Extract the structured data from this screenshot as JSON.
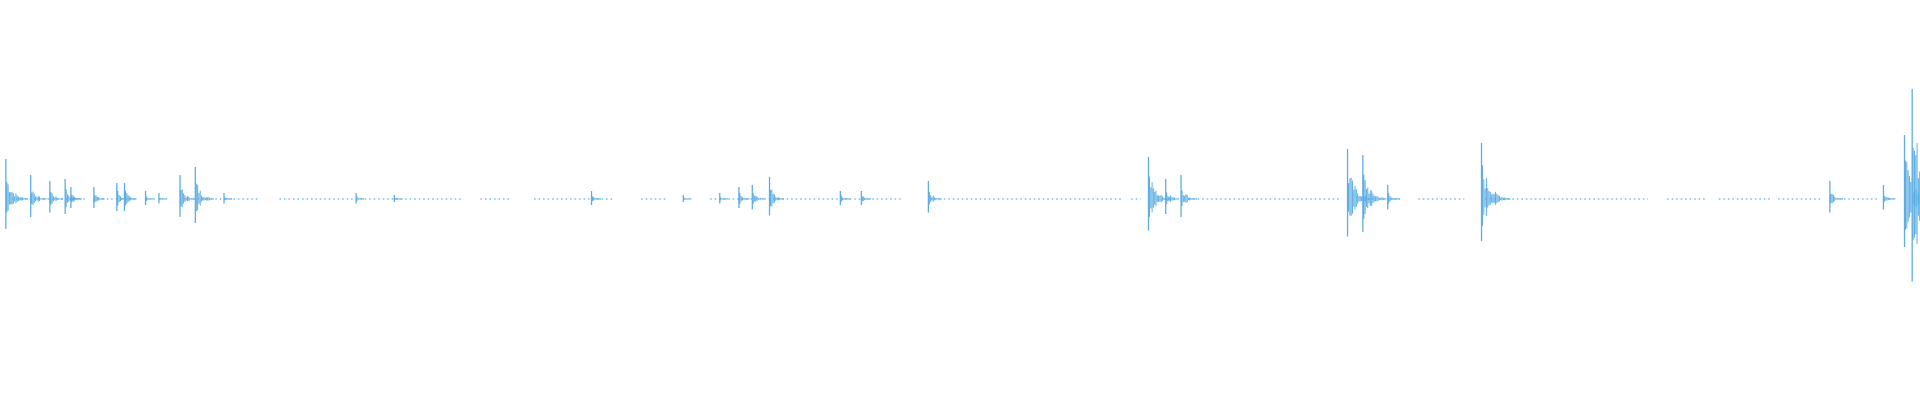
{
  "waveform": {
    "color": "#5dade2",
    "bursts": [
      {
        "t": 0.2,
        "amp": 0.2
      },
      {
        "t": 1.5,
        "amp": 0.12
      },
      {
        "t": 2.5,
        "amp": 0.09
      },
      {
        "t": 3.3,
        "amp": 0.1
      },
      {
        "t": 3.6,
        "amp": 0.06
      },
      {
        "t": 4.8,
        "amp": 0.06
      },
      {
        "t": 6.0,
        "amp": 0.08
      },
      {
        "t": 6.4,
        "amp": 0.08
      },
      {
        "t": 7.5,
        "amp": 0.04
      },
      {
        "t": 8.2,
        "amp": 0.03
      },
      {
        "t": 9.3,
        "amp": 0.12
      },
      {
        "t": 10.1,
        "amp": 0.16
      },
      {
        "t": 11.6,
        "amp": 0.03
      },
      {
        "t": 18.5,
        "amp": 0.03
      },
      {
        "t": 20.5,
        "amp": 0.02
      },
      {
        "t": 30.8,
        "amp": 0.04
      },
      {
        "t": 35.6,
        "amp": 0.02
      },
      {
        "t": 37.5,
        "amp": 0.03
      },
      {
        "t": 38.5,
        "amp": 0.06
      },
      {
        "t": 39.2,
        "amp": 0.07
      },
      {
        "t": 40.1,
        "amp": 0.11
      },
      {
        "t": 43.8,
        "amp": 0.04
      },
      {
        "t": 44.9,
        "amp": 0.04
      },
      {
        "t": 48.4,
        "amp": 0.09
      },
      {
        "t": 59.9,
        "amp": 0.21
      },
      {
        "t": 60.8,
        "amp": 0.1
      },
      {
        "t": 61.6,
        "amp": 0.12
      },
      {
        "t": 70.3,
        "amp": 0.25
      },
      {
        "t": 71.1,
        "amp": 0.22
      },
      {
        "t": 72.4,
        "amp": 0.07
      },
      {
        "t": 77.3,
        "amp": 0.28
      },
      {
        "t": 95.5,
        "amp": 0.09
      },
      {
        "t": 98.3,
        "amp": 0.07
      },
      {
        "t": 99.4,
        "amp": 0.32
      },
      {
        "t": 99.8,
        "amp": 0.55
      }
    ],
    "dotted_segments": [
      [
        0.5,
        4.5
      ],
      [
        5.0,
        7.0
      ],
      [
        9.5,
        13.5
      ],
      [
        14.5,
        16.5
      ],
      [
        16.6,
        24.0
      ],
      [
        25.0,
        26.5
      ],
      [
        27.8,
        32.0
      ],
      [
        33.4,
        34.8
      ],
      [
        37.0,
        47.0
      ],
      [
        48.5,
        58.5
      ],
      [
        59.0,
        59.5
      ],
      [
        62.0,
        70.0
      ],
      [
        72.5,
        73.2
      ],
      [
        74.0,
        76.4
      ],
      [
        77.5,
        86.0
      ],
      [
        87.0,
        89.0
      ],
      [
        89.7,
        92.5
      ],
      [
        92.8,
        95.0
      ],
      [
        96.0,
        98.0
      ]
    ]
  }
}
